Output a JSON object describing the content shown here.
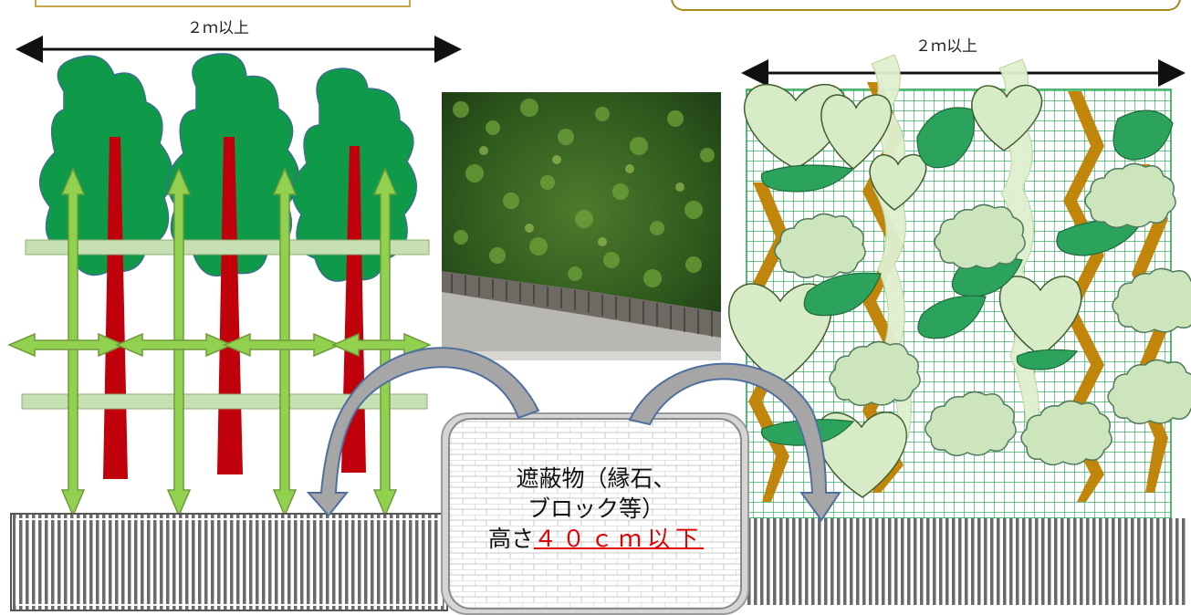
{
  "left_panel": {
    "width_label": "２ｍ以上"
  },
  "right_panel": {
    "width_label": "２ｍ以上"
  },
  "center_note": {
    "line1": "遮蔽物（縁石、",
    "line2": "ブロック等）",
    "height_prefix": "高さ",
    "height_value": "４０ｃｍ以下"
  },
  "colors": {
    "tree_green": "#0e9a48",
    "trunk_red": "#c0000a",
    "arrow_green": "#92d050",
    "bar_light": "#c6e0b4",
    "trellis_green": "#16a34a",
    "vine_brown": "#c08000",
    "highlight_red": "#e00000"
  }
}
